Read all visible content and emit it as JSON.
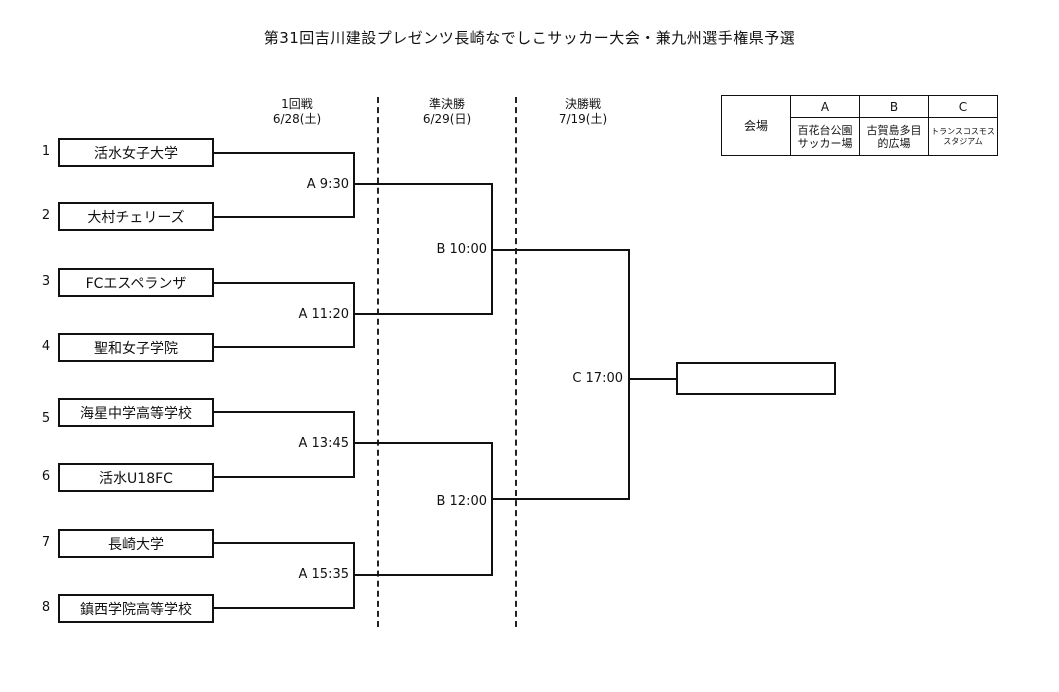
{
  "title": "第31回吉川建設プレゼンツ長崎なでしこサッカー大会・兼九州選手権県予選",
  "rounds": [
    {
      "name": "1回戦",
      "date": "6/28(土)"
    },
    {
      "name": "準決勝",
      "date": "6/29(日)"
    },
    {
      "name": "決勝戦",
      "date": "7/19(土)"
    }
  ],
  "teams": [
    {
      "seed": "1",
      "name": "活水女子大学"
    },
    {
      "seed": "2",
      "name": "大村チェリーズ"
    },
    {
      "seed": "3",
      "name": "FCエスペランザ"
    },
    {
      "seed": "4",
      "name": "聖和女子学院"
    },
    {
      "seed": "5",
      "name": "海星中学高等学校"
    },
    {
      "seed": "6",
      "name": "活水U18FC"
    },
    {
      "seed": "7",
      "name": "長崎大学"
    },
    {
      "seed": "8",
      "name": "鎮西学院高等学校"
    }
  ],
  "matches": {
    "r1": [
      "A 9:30",
      "A 11:20",
      "A 13:45",
      "A 15:35"
    ],
    "sf": [
      "B 10:00",
      "B 12:00"
    ],
    "final": "C 17:00"
  },
  "venue": {
    "header": "会場",
    "codes": [
      "A",
      "B",
      "C"
    ],
    "names": [
      [
        "百花台公園",
        "サッカー場"
      ],
      [
        "古賀島多目",
        "的広場"
      ],
      [
        "トランスコスモス",
        "スタジアム"
      ]
    ]
  }
}
